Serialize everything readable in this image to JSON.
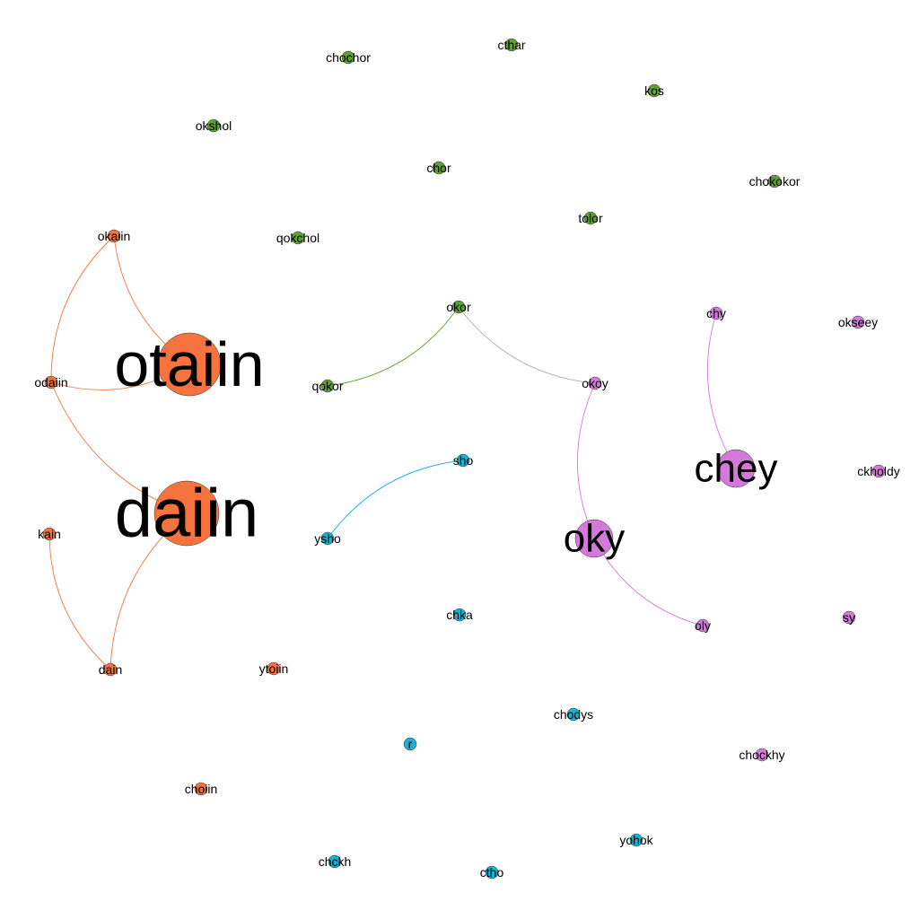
{
  "colors": {
    "orange": "#f4733f",
    "green": "#5ea131",
    "purple": "#d379d9",
    "cyan": "#17b3d1",
    "gray_edge": "#aaaaaa"
  },
  "nodes": [
    {
      "id": "otaiin",
      "label": "otaiin",
      "group": "orange"
    },
    {
      "id": "daiin",
      "label": "daiin",
      "group": "orange"
    },
    {
      "id": "okaiin",
      "label": "okaiin",
      "group": "orange"
    },
    {
      "id": "odaiin",
      "label": "odaiin",
      "group": "orange"
    },
    {
      "id": "kain",
      "label": "kain",
      "group": "orange"
    },
    {
      "id": "dain",
      "label": "dain",
      "group": "orange"
    },
    {
      "id": "ytoiin",
      "label": "ytoiin",
      "group": "orange"
    },
    {
      "id": "choiin",
      "label": "choiin",
      "group": "orange"
    },
    {
      "id": "chochor",
      "label": "chochor",
      "group": "green"
    },
    {
      "id": "cthar",
      "label": "cthar",
      "group": "green"
    },
    {
      "id": "kos",
      "label": "kos",
      "group": "green"
    },
    {
      "id": "okshol",
      "label": "okshol",
      "group": "green"
    },
    {
      "id": "chor",
      "label": "chor",
      "group": "green"
    },
    {
      "id": "chokokor",
      "label": "chokokor",
      "group": "green"
    },
    {
      "id": "qokchol",
      "label": "qokchol",
      "group": "green"
    },
    {
      "id": "tolor",
      "label": "tolor",
      "group": "green"
    },
    {
      "id": "okor",
      "label": "okor",
      "group": "green"
    },
    {
      "id": "qokor",
      "label": "qokor",
      "group": "green"
    },
    {
      "id": "chy",
      "label": "chy",
      "group": "purple"
    },
    {
      "id": "okseey",
      "label": "okseey",
      "group": "purple"
    },
    {
      "id": "okoy",
      "label": "okoy",
      "group": "purple"
    },
    {
      "id": "chey",
      "label": "chey",
      "group": "purple"
    },
    {
      "id": "ckholdy",
      "label": "ckholdy",
      "group": "purple"
    },
    {
      "id": "oky",
      "label": "oky",
      "group": "purple"
    },
    {
      "id": "oly",
      "label": "oly",
      "group": "purple"
    },
    {
      "id": "sy",
      "label": "sy",
      "group": "purple"
    },
    {
      "id": "chockhy",
      "label": "chockhy",
      "group": "purple"
    },
    {
      "id": "sho",
      "label": "sho",
      "group": "cyan"
    },
    {
      "id": "ysho",
      "label": "ysho",
      "group": "cyan"
    },
    {
      "id": "chka",
      "label": "chka",
      "group": "cyan"
    },
    {
      "id": "chodys",
      "label": "chodys",
      "group": "cyan"
    },
    {
      "id": "r",
      "label": "r",
      "group": "cyan"
    },
    {
      "id": "yohok",
      "label": "yohok",
      "group": "cyan"
    },
    {
      "id": "chckh",
      "label": "chckh",
      "group": "cyan"
    },
    {
      "id": "ctho",
      "label": "ctho",
      "group": "cyan"
    }
  ],
  "edges": [
    {
      "source": "okaiin",
      "target": "otaiin",
      "color": "orange"
    },
    {
      "source": "okaiin",
      "target": "odaiin",
      "color": "orange"
    },
    {
      "source": "odaiin",
      "target": "otaiin",
      "color": "orange"
    },
    {
      "source": "odaiin",
      "target": "daiin",
      "color": "orange"
    },
    {
      "source": "kain",
      "target": "dain",
      "color": "orange"
    },
    {
      "source": "daiin",
      "target": "dain",
      "color": "orange"
    },
    {
      "source": "qokor",
      "target": "okor",
      "color": "green"
    },
    {
      "source": "okor",
      "target": "okoy",
      "color": "gray_edge"
    },
    {
      "source": "okoy",
      "target": "oky",
      "color": "purple"
    },
    {
      "source": "chy",
      "target": "chey",
      "color": "purple"
    },
    {
      "source": "oky",
      "target": "oly",
      "color": "purple"
    },
    {
      "source": "sho",
      "target": "ysho",
      "color": "cyan"
    }
  ]
}
